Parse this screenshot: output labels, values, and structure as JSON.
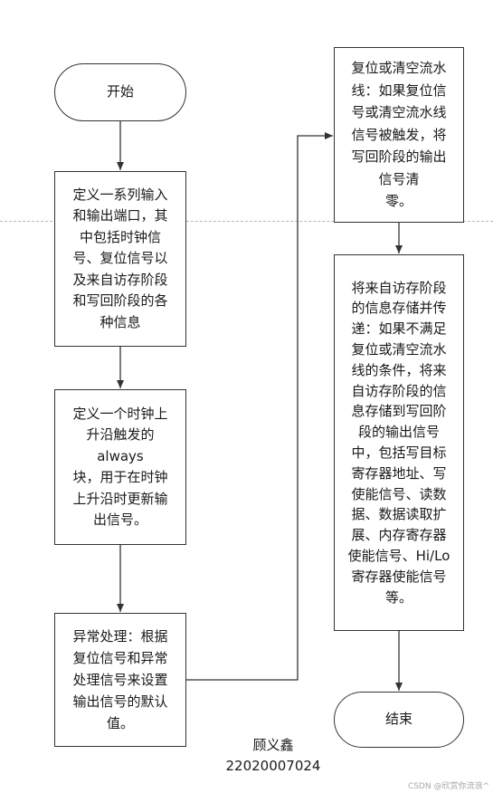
{
  "nodes": {
    "start": "开始",
    "define_ports": "定义一系列输入\n和输出端口，其\n中包括时钟信\n号、复位信号以\n及来自访存阶段\n和写回阶段的各\n种信息",
    "clock_always": "定义一个时钟上\n升沿触发的\nalways\n块，用于在时钟\n上升沿时更新输\n出信号。",
    "exception": "异常处理：根据\n复位信号和异常\n处理信号来设置\n输出信号的默认\n值。",
    "reset_flush": "复位或清空流水\n线：如果复位信\n号或清空流水线\n信号被触发，将\n写回阶段的输出\n信号清\n零。",
    "store_info": "将来自访存阶段\n的信息存储并传\n递：如果不满足\n复位或清空流水\n线的条件，将来\n自访存阶段的信\n息存储到写回阶\n段的输出信号\n中，包括写目标\n寄存器地址、写\n使能信号、读数\n据、数据读取扩\n展、内存寄存器\n使能信号、Hi/Lo\n寄存器使能信号\n等。",
    "end": "结束"
  },
  "author": {
    "name": "顾义鑫",
    "id": "22020007024"
  },
  "watermark": "CSDN @欣赏你流浪^"
}
